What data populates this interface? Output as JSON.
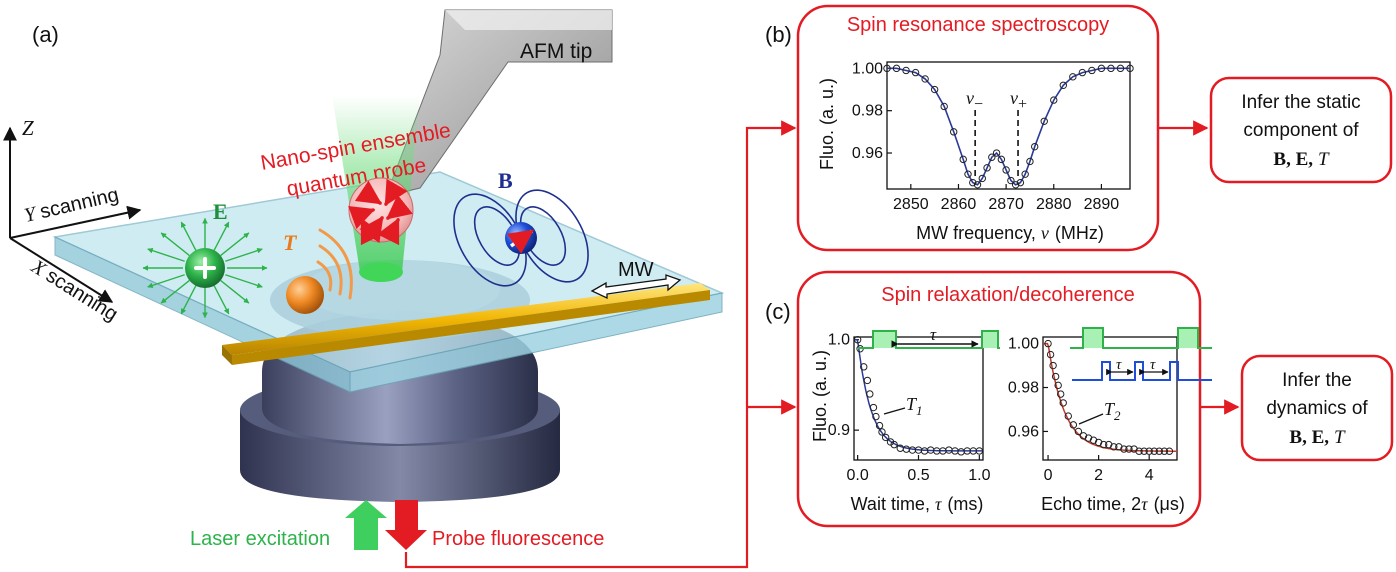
{
  "panel_a": {
    "label": "(a)",
    "afm_tip": "AFM tip",
    "probe_label_line1": "Nano-spin ensemble",
    "probe_label_line2": "quantum probe",
    "axis_z": "Z",
    "axis_y_letter": "Y",
    "axis_y_word": "scanning",
    "axis_x_letter": "X",
    "axis_x_word": "scanning",
    "field_e": "E",
    "field_b": "B",
    "field_t": "T",
    "mw": "MW",
    "laser": "Laser excitation",
    "fluorescence": "Probe fluorescence"
  },
  "panel_b": {
    "label": "(b)",
    "title": "Spin resonance spectroscopy",
    "ylabel": "Fluo.  (a. u.)",
    "xlabel_text": "MW frequency,",
    "xlabel_symbol": "ν",
    "xlabel_unit": "(MHz)",
    "nu_minus": "ν",
    "nu_minus_sub": "−",
    "nu_plus": "ν",
    "nu_plus_sub": "+"
  },
  "panel_c": {
    "label": "(c)",
    "title": "Spin relaxation/decoherence",
    "ylabel": "Fluo.  (a. u.)",
    "left_xlabel_text": "Wait time,",
    "left_xlabel_symbol": "τ",
    "left_xlabel_unit": "(ms)",
    "right_xlabel_text": "Echo time, 2",
    "right_xlabel_symbol": "τ",
    "right_xlabel_unit": "(μs)",
    "t1": "T",
    "t1_sub": "1",
    "t2": "T",
    "t2_sub": "2",
    "tau": "τ"
  },
  "infer_static": {
    "line1": "Infer the static",
    "line2": "component of",
    "line3_bold": "B, E,",
    "line3_it": "T"
  },
  "infer_dynamic": {
    "line1": "Infer the",
    "line2": "dynamics of",
    "line3_bold": "B, E,",
    "line3_it": "T"
  },
  "colors": {
    "red": "#e31b23",
    "green": "#2db34a",
    "blue": "#1f2f8f",
    "gold": "#f2b705",
    "plot_blue": "#2a3a9a",
    "plot_red": "#c0392b"
  },
  "chart_data": [
    {
      "type": "line",
      "title": "",
      "xlabel": "MW frequency, ν (MHz)",
      "ylabel": "Fluo. (a. u.)",
      "xlim": [
        2845,
        2896
      ],
      "ylim": [
        0.943,
        1.003
      ],
      "xticks": [
        2850,
        2860,
        2870,
        2880,
        2890
      ],
      "yticks": [
        0.96,
        0.98,
        1.0
      ],
      "ytick_labels": [
        "0.96",
        "0.98",
        "1.00"
      ],
      "markers": [
        {
          "x": 2863.5,
          "label": "ν−"
        },
        {
          "x": 2872.5,
          "label": "ν+"
        }
      ],
      "series": [
        {
          "x": [
            2845,
            2847,
            2849,
            2851,
            2853,
            2855,
            2857,
            2859,
            2861,
            2862,
            2863,
            2864,
            2865,
            2866,
            2867,
            2868,
            2869,
            2870,
            2871,
            2872,
            2873,
            2874,
            2875,
            2876,
            2878,
            2880,
            2882,
            2884,
            2886,
            2888,
            2890,
            2892,
            2894,
            2896
          ],
          "y": [
            1.0,
            1.0,
            0.999,
            0.998,
            0.995,
            0.99,
            0.982,
            0.97,
            0.957,
            0.95,
            0.946,
            0.945,
            0.948,
            0.953,
            0.958,
            0.96,
            0.957,
            0.952,
            0.947,
            0.945,
            0.946,
            0.95,
            0.956,
            0.963,
            0.975,
            0.985,
            0.992,
            0.996,
            0.998,
            0.999,
            1.0,
            1.0,
            1.0,
            1.0
          ]
        }
      ]
    },
    {
      "type": "scatter",
      "title": "",
      "xlabel": "Wait time, τ (ms)",
      "ylabel": "Fluo. (a. u.)",
      "xlim": [
        -0.03,
        1.03
      ],
      "ylim": [
        0.867,
        1.003
      ],
      "xticks": [
        0.0,
        0.5,
        1.0
      ],
      "xtick_labels": [
        "0.0",
        "0.5",
        "1.0"
      ],
      "yticks": [
        0.9,
        1.0
      ],
      "ytick_labels": [
        "0.9",
        "1.0"
      ],
      "series": [
        {
          "x": [
            0.0,
            0.02,
            0.05,
            0.08,
            0.1,
            0.13,
            0.15,
            0.18,
            0.2,
            0.23,
            0.27,
            0.3,
            0.35,
            0.4,
            0.45,
            0.5,
            0.55,
            0.6,
            0.65,
            0.7,
            0.75,
            0.8,
            0.85,
            0.9,
            0.95,
            1.0
          ],
          "y": [
            1.0,
            0.99,
            0.97,
            0.955,
            0.94,
            0.925,
            0.915,
            0.905,
            0.898,
            0.892,
            0.887,
            0.884,
            0.88,
            0.879,
            0.878,
            0.878,
            0.877,
            0.878,
            0.877,
            0.877,
            0.878,
            0.877,
            0.876,
            0.877,
            0.877,
            0.877
          ]
        }
      ]
    },
    {
      "type": "scatter",
      "title": "",
      "xlabel": "Echo time, 2τ (μs)",
      "ylabel": "Fluo. (a. u.)",
      "xlim": [
        -0.2,
        5.1
      ],
      "ylim": [
        0.947,
        1.003
      ],
      "xticks": [
        0,
        2,
        4
      ],
      "yticks": [
        0.96,
        0.98,
        1.0
      ],
      "ytick_labels": [
        "0.96",
        "0.98",
        "1.00"
      ],
      "series": [
        {
          "x": [
            0.0,
            0.1,
            0.2,
            0.3,
            0.4,
            0.5,
            0.6,
            0.8,
            1.0,
            1.2,
            1.4,
            1.6,
            1.8,
            2.0,
            2.2,
            2.4,
            2.6,
            2.8,
            3.0,
            3.2,
            3.4,
            3.6,
            3.8,
            4.0,
            4.2,
            4.4,
            4.6,
            4.8
          ],
          "y": [
            1.0,
            0.995,
            0.99,
            0.985,
            0.981,
            0.977,
            0.973,
            0.967,
            0.963,
            0.96,
            0.958,
            0.957,
            0.956,
            0.955,
            0.954,
            0.954,
            0.953,
            0.953,
            0.952,
            0.952,
            0.952,
            0.951,
            0.951,
            0.951,
            0.951,
            0.951,
            0.951,
            0.951
          ]
        }
      ]
    }
  ]
}
